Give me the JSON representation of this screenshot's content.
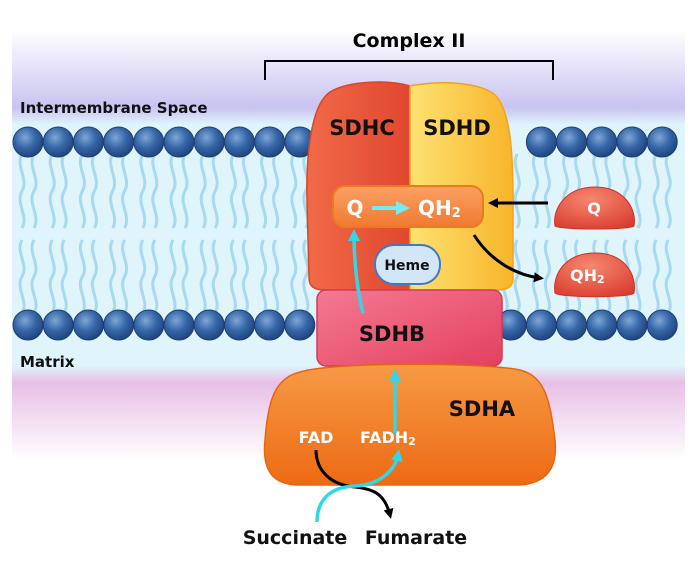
{
  "title": "Complex II",
  "regions": {
    "intermembrane": "Intermembrane Space",
    "matrix": "Matrix"
  },
  "subunits": {
    "sdhc": "SDHC",
    "sdhd": "SDHD",
    "sdhb": "SDHB",
    "sdha": "SDHA"
  },
  "cofactors": {
    "heme": "Heme",
    "fad": "FAD",
    "fadh2_base": "FADH",
    "fadh2_sub": "2"
  },
  "quinone_site": {
    "q": "Q",
    "qh2_base": "QH",
    "qh2_sub": "2"
  },
  "pool": {
    "q": "Q",
    "qh2_base": "QH",
    "qh2_sub": "2"
  },
  "substrates": {
    "succinate": "Succinate",
    "fumarate": "Fumarate"
  },
  "colors": {
    "sdhc": "#e8583a",
    "sdhd": "#fbc531",
    "sdhb": "#e94f6e",
    "sdha": "#f27a22",
    "q_site": "#f58a3c",
    "heme": "#cfe3f6",
    "pool_oval": "#e0463a",
    "electron_arrow": "#33d6e8",
    "reaction_arrow": "#000000",
    "lipid_head": "#2f5f9e",
    "lipid_tail": "#a7d9ef"
  }
}
